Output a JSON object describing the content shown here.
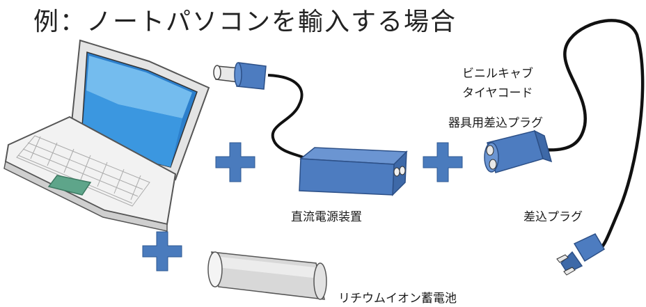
{
  "title": "例：ノートパソコンを輸入する場合",
  "labels": {
    "vinyl_cord_line1": "ビニルキャブ",
    "vinyl_cord_line2": "タイヤコード",
    "appliance_inlet_plug": "器具用差込プラグ",
    "dc_power_supply": "直流電源装置",
    "plug": "差込プラグ",
    "li_ion_battery": "リチウムイオン蓄電池"
  },
  "colors": {
    "plus": "#4a7bbd",
    "device_blue": "#4d7cc0",
    "laptop_body": "#ececec",
    "screen": "#3a9ae0",
    "touchpad": "#5ea58a",
    "battery": "#d8d8d8",
    "cord": "#111111"
  },
  "icons": [
    "laptop-icon",
    "dc-connector-icon",
    "power-adapter-icon",
    "appliance-plug-icon",
    "ac-plug-icon",
    "battery-icon",
    "plus-icon"
  ]
}
